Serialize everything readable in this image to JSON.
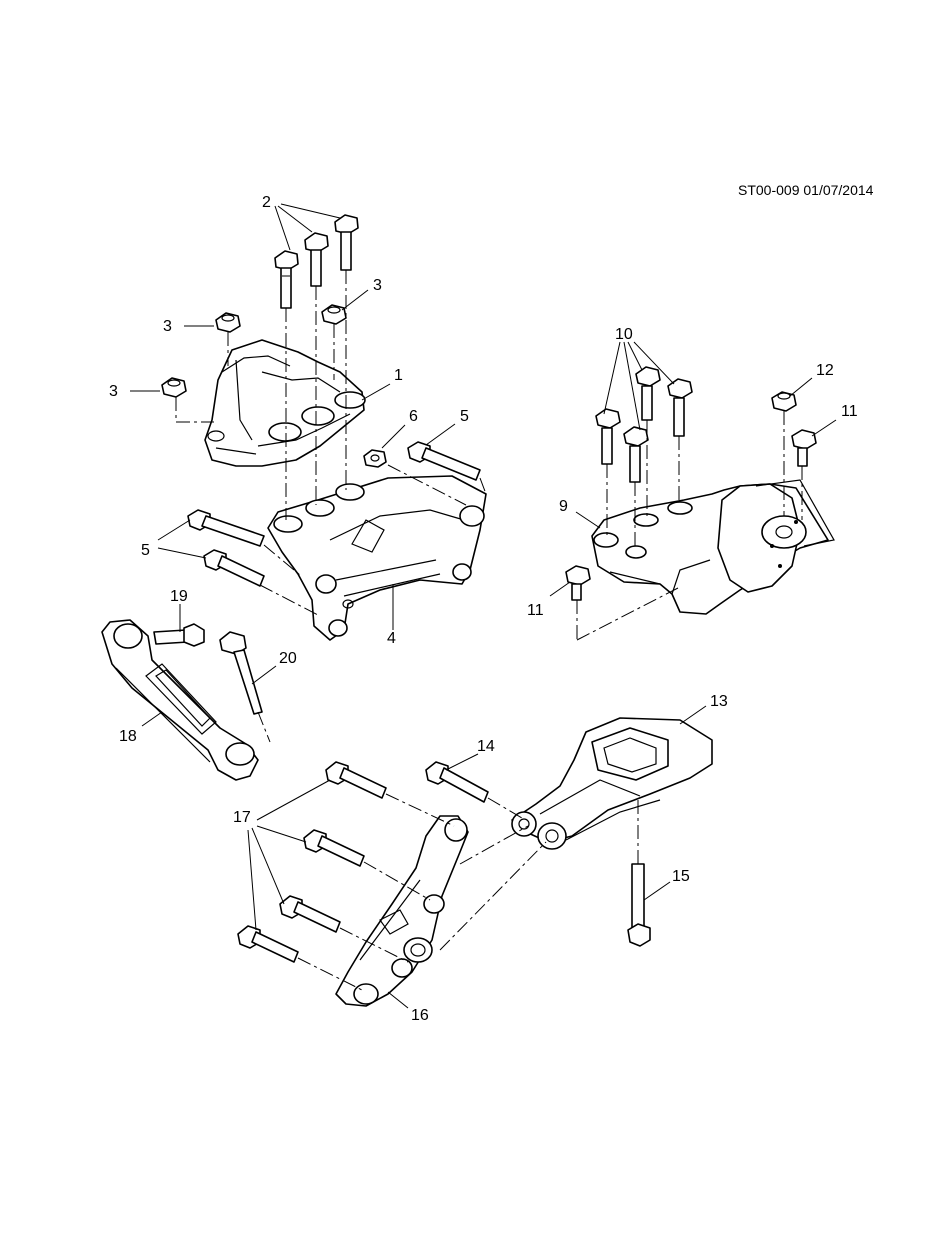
{
  "diagram": {
    "reference_code": "ST00-009 01/07/2014",
    "callouts": {
      "c1": "1",
      "c2": "2",
      "c3a": "3",
      "c3b": "3",
      "c3c": "3",
      "c4": "4",
      "c5a": "5",
      "c5b": "5",
      "c6": "6",
      "c9": "9",
      "c10": "10",
      "c11a": "11",
      "c11b": "11",
      "c12": "12",
      "c13": "13",
      "c14": "14",
      "c15": "15",
      "c16": "16",
      "c17": "17",
      "c18": "18",
      "c19": "19",
      "c20": "20"
    }
  }
}
